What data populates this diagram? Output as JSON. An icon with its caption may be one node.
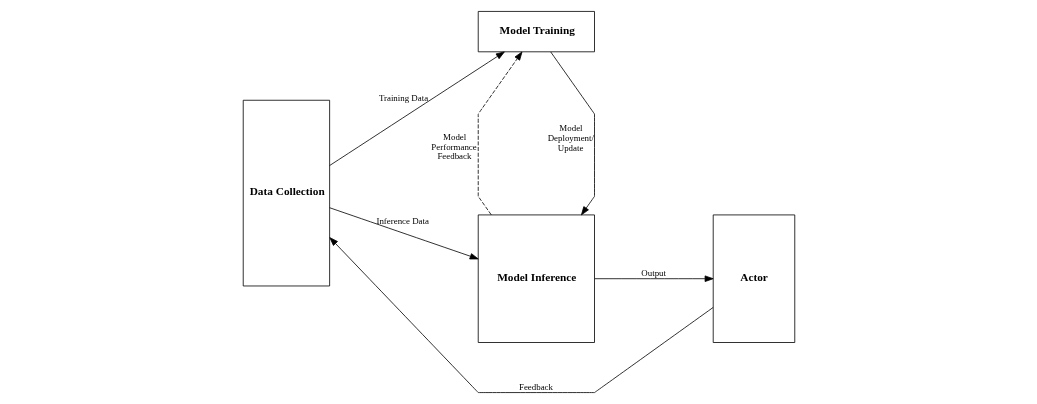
{
  "diagram": {
    "nodes": [
      {
        "text": [
          "Data Collection"
        ]
      },
      {
        "text": [
          "Model Training"
        ]
      },
      {
        "text": [
          "Model Inference"
        ]
      },
      {
        "text": [
          "Actor"
        ]
      }
    ],
    "edges": [
      {
        "from": 0,
        "to": 1,
        "arrow": "to",
        "label": "Training Data"
      },
      {
        "from": 0,
        "to": 2,
        "arrow": "to",
        "label": "Inference Data"
      },
      {
        "from": 1,
        "to": 2,
        "arrow": "to",
        "label": "Model Deployment/ Update"
      },
      {
        "from": 2,
        "to": 1,
        "arrow": "to",
        "label": "Model Performance Feedback",
        "style": "dashed"
      },
      {
        "from": 2,
        "to": 3,
        "arrow": "to",
        "label": "Output"
      },
      {
        "from": 3,
        "to": 0,
        "arrow": "to",
        "label": "Feedback"
      }
    ]
  }
}
